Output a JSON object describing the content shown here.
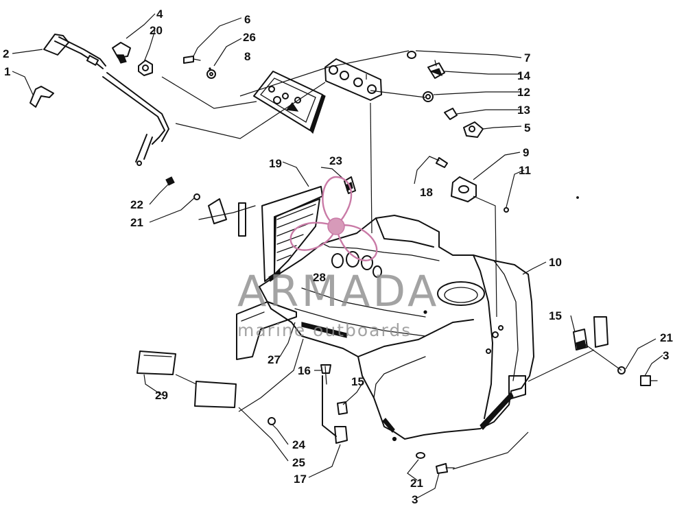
{
  "callouts": {
    "c1": "1",
    "c2": "2",
    "c3a": "3",
    "c3b": "3",
    "c4": "4",
    "c5": "5",
    "c6": "6",
    "c7": "7",
    "c8": "8",
    "c9": "9",
    "c10": "10",
    "c11": "11",
    "c12": "12",
    "c13": "13",
    "c14": "14",
    "c15a": "15",
    "c15b": "15",
    "c16": "16",
    "c17": "17",
    "c18": "18",
    "c19": "19",
    "c20": "20",
    "c21a": "21",
    "c21b": "21",
    "c21c": "21",
    "c22": "22",
    "c23": "23",
    "c24": "24",
    "c25": "25",
    "c26": "26",
    "c27": "27",
    "c28": "28",
    "c29": "29"
  },
  "watermark": {
    "brand": "ARMADA",
    "tagline": "marine outboards"
  },
  "colors": {
    "ink": "#111111",
    "watermark_text": "#8c8c8c",
    "logo_pink": "#c97aa6"
  }
}
